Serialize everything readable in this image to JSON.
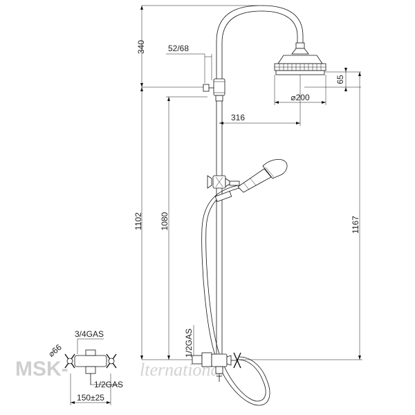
{
  "dimensions": {
    "d340": "340",
    "d52_68": "52/68",
    "d65": "65",
    "d200": "⌀200",
    "d316": "316",
    "d1102": "1102",
    "d1080": "1080",
    "d1167": "1167",
    "d1_2gas_v": "1/2GAS",
    "d3_4gas": "3/4GAS",
    "d66": "⌀66",
    "d1_2gas_h": "1/2GAS",
    "d150": "150±25"
  },
  "watermark": {
    "brand": "MSK-",
    "brand_rest": "lternational"
  },
  "colors": {
    "line": "#111111",
    "watermark": "#cfcfcf"
  }
}
